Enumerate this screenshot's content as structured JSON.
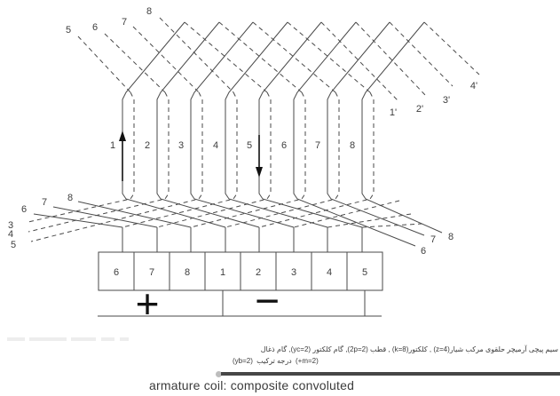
{
  "diagram": {
    "coil_numbers": [
      "1",
      "2",
      "3",
      "4",
      "5",
      "6",
      "7",
      "8"
    ],
    "top_left_labels": [
      "5",
      "6",
      "7",
      "8"
    ],
    "top_right_labels": [
      "1'",
      "2'",
      "3'",
      "4'"
    ],
    "left_solid_labels": [
      "6",
      "7",
      "8"
    ],
    "left_dashed_labels": [
      "3",
      "4",
      "5"
    ],
    "right_solid_labels": [
      "6",
      "7",
      "8"
    ],
    "commutator_segments": [
      "6",
      "7",
      "8",
      "1",
      "2",
      "3",
      "4",
      "5"
    ],
    "brush_positive": "+",
    "brush_negative": "−",
    "line_color": "#4a4a4a"
  },
  "caption": {
    "fa_line1": "سیم پیچی آرمیچر حلقوی مرکب شیار(z=4) , کلکتور(k=8) , قطب (2p=2), گام کلکتور (yc=2), گام ذغال",
    "fa_line2_left": "(yb=2)",
    "fa_line2_mid": "درجه ترکیب",
    "fa_line2_right": "(+m=2)",
    "en": "armature coil: composite convoluted"
  }
}
